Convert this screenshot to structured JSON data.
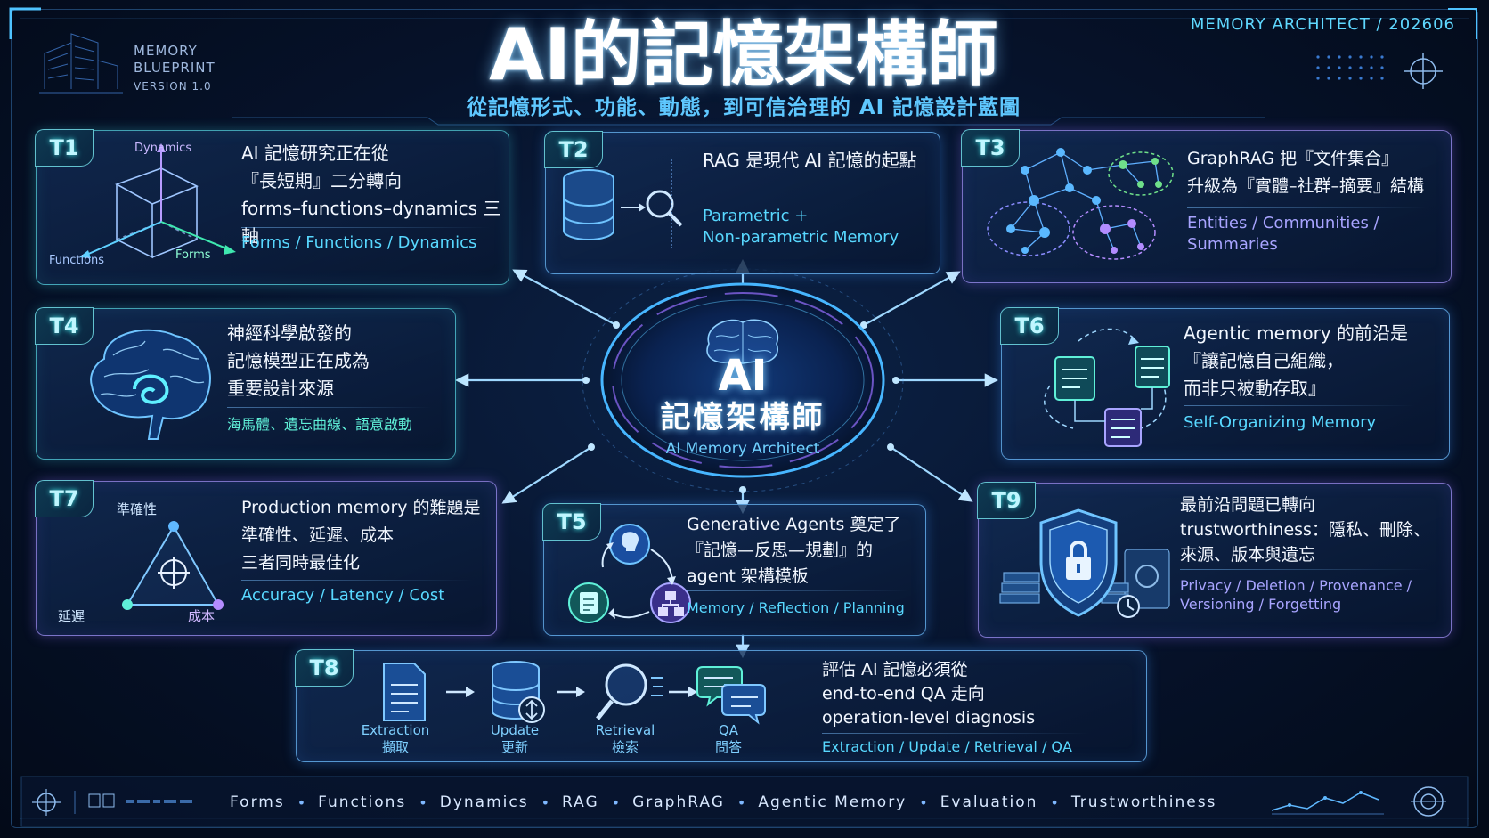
{
  "header": {
    "blueprint_line1": "MEMORY",
    "blueprint_line2": "BLUEPRINT",
    "blueprint_version": "VERSION 1.0",
    "title": "AI的記憶架構師",
    "subtitle": "從記憶形式、功能、動態，到可信治理的 AI 記憶設計藍圖",
    "corner_code": "MEMORY ARCHITECT / 202606"
  },
  "hub": {
    "big": "AI",
    "title": "記憶架構師",
    "english": "AI Memory Architect"
  },
  "cards": {
    "t1": {
      "tag": "T1",
      "title": "AI 記憶研究正在從\n『長短期』二分轉向\nforms–functions–dynamics 三軸",
      "sub": "Forms / Functions / Dynamics",
      "axis_dynamics": "Dynamics",
      "axis_functions": "Functions",
      "axis_forms": "Forms"
    },
    "t2": {
      "tag": "T2",
      "title": "RAG 是現代 AI 記憶的起點",
      "sub": "Parametric +\nNon-parametric Memory"
    },
    "t3": {
      "tag": "T3",
      "title": "GraphRAG 把『文件集合』\n升級為『實體–社群–摘要』結構",
      "sub": "Entities / Communities /\nSummaries"
    },
    "t4": {
      "tag": "T4",
      "title": "神經科學啟發的\n記憶模型正在成為\n重要設計來源",
      "sub": "海馬體、遺忘曲線、語意啟動"
    },
    "t5": {
      "tag": "T5",
      "title": "Generative Agents 奠定了\n『記憶—反思—規劃』的\nagent 架構模板",
      "sub": "Memory / Reflection / Planning"
    },
    "t6": {
      "tag": "T6",
      "title": "Agentic memory 的前沿是\n『讓記憶自己組織，\n而非只被動存取』",
      "sub": "Self-Organizing Memory"
    },
    "t7": {
      "tag": "T7",
      "title": "Production memory 的難題是\n準確性、延遲、成本\n三者同時最佳化",
      "sub": "Accuracy / Latency / Cost",
      "v_top": "準確性",
      "v_left": "延遲",
      "v_right": "成本"
    },
    "t8": {
      "tag": "T8",
      "title": "評估 AI 記憶必須從\nend-to-end QA 走向\noperation-level diagnosis",
      "sub": "Extraction / Update / Retrieval / QA",
      "steps": [
        {
          "label": "Extraction\n擷取"
        },
        {
          "label": "Update\n更新"
        },
        {
          "label": "Retrieval\n檢索"
        },
        {
          "label": "QA\n問答"
        }
      ]
    },
    "t9": {
      "tag": "T9",
      "title": "最前沿問題已轉向\ntrustworthiness：隱私、刪除、\n來源、版本與遺忘",
      "sub": "Privacy / Deletion / Provenance /\nVersioning / Forgetting"
    }
  },
  "footer": {
    "items": [
      "Forms",
      "Functions",
      "Dynamics",
      "RAG",
      "GraphRAG",
      "Agentic Memory",
      "Evaluation",
      "Trustworthiness"
    ]
  },
  "colors": {
    "accent": "#4fc3ff",
    "teal": "#5ff0d8",
    "purple": "#a8a4ff",
    "background": "#050e22"
  }
}
